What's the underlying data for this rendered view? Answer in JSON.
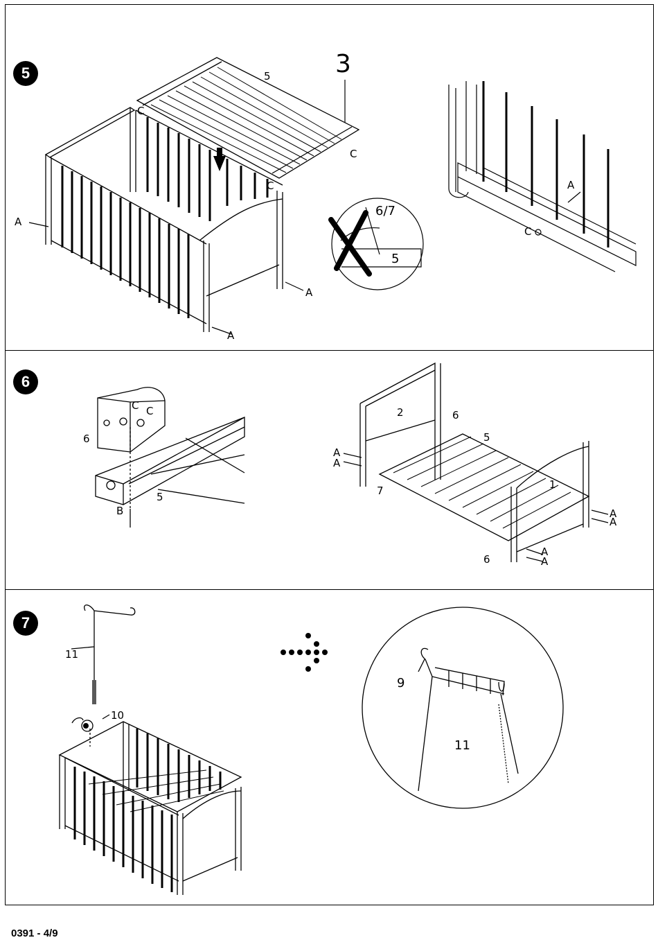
{
  "steps": {
    "s5": {
      "number": "5",
      "labels": {
        "part3": "3",
        "part5": "5",
        "c1": "C",
        "c2": "C",
        "c3": "C",
        "a1": "A",
        "a2": "A",
        "a3": "A",
        "detail_67": "6/7",
        "detail_5": "5",
        "right_a": "A",
        "right_c": "C"
      }
    },
    "s6": {
      "number": "6",
      "labels": {
        "c1": "C",
        "c2": "C",
        "part6": "6",
        "part5": "5",
        "b": "B",
        "r2": "2",
        "r6a": "6",
        "r5": "5",
        "a1": "A",
        "a2": "A",
        "r7": "7",
        "r1": "1",
        "a3": "A",
        "a4": "A",
        "a5": "A",
        "a6": "A",
        "r6b": "6"
      }
    },
    "s7": {
      "number": "7",
      "labels": {
        "part11": "11",
        "part10": "10",
        "part9": "9",
        "part11b": "11"
      }
    }
  },
  "footer": {
    "page": "0391 - 4/9"
  },
  "icons": [
    "arrow-down-icon",
    "cross-icon",
    "dotted-arrow-icon",
    "rotate-icon"
  ]
}
